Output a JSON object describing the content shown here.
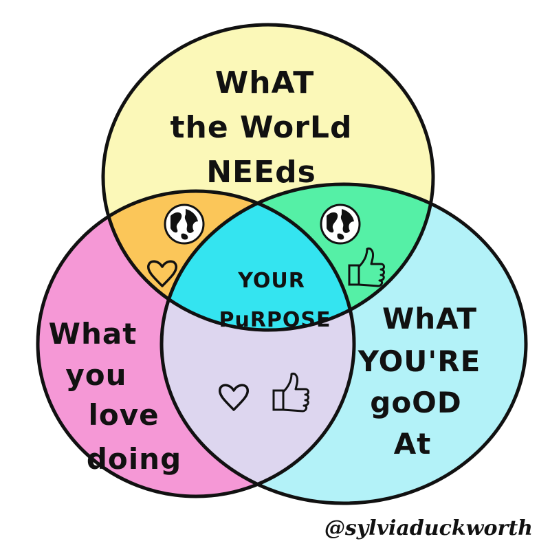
{
  "colors": {
    "world_needs": "#fbf8b8",
    "love_doing": "#f598d6",
    "good_at": "#b3f2f8",
    "love_and_needs": "#fbc659",
    "needs_and_good": "#55f0a6",
    "love_and_good": "#ddd6ef",
    "center": "#34e4f0",
    "outline": "#111111"
  },
  "top_circle": {
    "lines": [
      "WhAT",
      "the WorLd",
      "NEEds"
    ]
  },
  "left_circle": {
    "lines": [
      "What",
      "you",
      "love",
      "doing"
    ]
  },
  "right_circle": {
    "lines": [
      "WhAT",
      "YOU'RE",
      "goOD",
      "At"
    ]
  },
  "center": {
    "lines": [
      "YOUR",
      "PuRPOSE"
    ]
  },
  "icons": {
    "top_left_overlap": [
      "globe-icon",
      "heart-icon"
    ],
    "top_right_overlap": [
      "globe-icon",
      "thumbs-up-icon"
    ],
    "bottom_overlap": [
      "heart-icon",
      "thumbs-up-icon"
    ]
  },
  "signature": "@sylviaduckworth"
}
